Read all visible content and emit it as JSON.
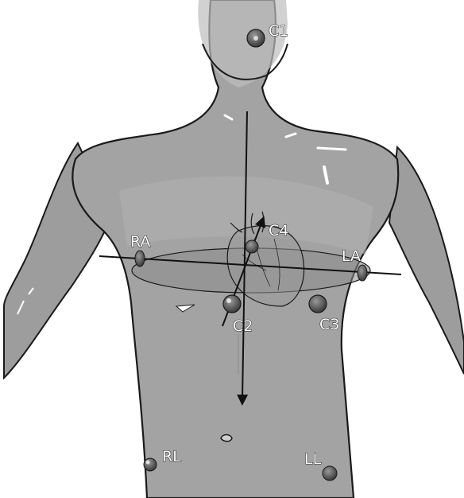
{
  "colors": {
    "skin": "#a3a3a3",
    "skin_light": "#c4c4c4",
    "skin_dark": "#7a7a7a",
    "outline": "#1a1a1a",
    "band": "#8c8c8c",
    "electrode": "#5e5e5e",
    "label_fill": "#ffffff",
    "heart": "#9a9a9a"
  },
  "electrodes": [
    {
      "id": "c1",
      "label": "C1",
      "icon": "electrode-c1-icon"
    },
    {
      "id": "c4",
      "label": "C4",
      "icon": "electrode-c4-icon"
    },
    {
      "id": "ra",
      "label": "RA",
      "icon": "electrode-ra-icon"
    },
    {
      "id": "la",
      "label": "LA",
      "icon": "electrode-la-icon"
    },
    {
      "id": "c2",
      "label": "C2",
      "icon": "electrode-c2-icon"
    },
    {
      "id": "c3",
      "label": "C3",
      "icon": "electrode-c3-icon"
    },
    {
      "id": "rl",
      "label": "RL",
      "icon": "electrode-rl-icon"
    },
    {
      "id": "ll",
      "label": "LL",
      "icon": "electrode-ll-icon"
    }
  ],
  "icons": [
    "torso-illustration",
    "heart-icon",
    "chest-band",
    "vertical-axis-arrow",
    "horizontal-axis-line",
    "oblique-axis-arrow"
  ]
}
